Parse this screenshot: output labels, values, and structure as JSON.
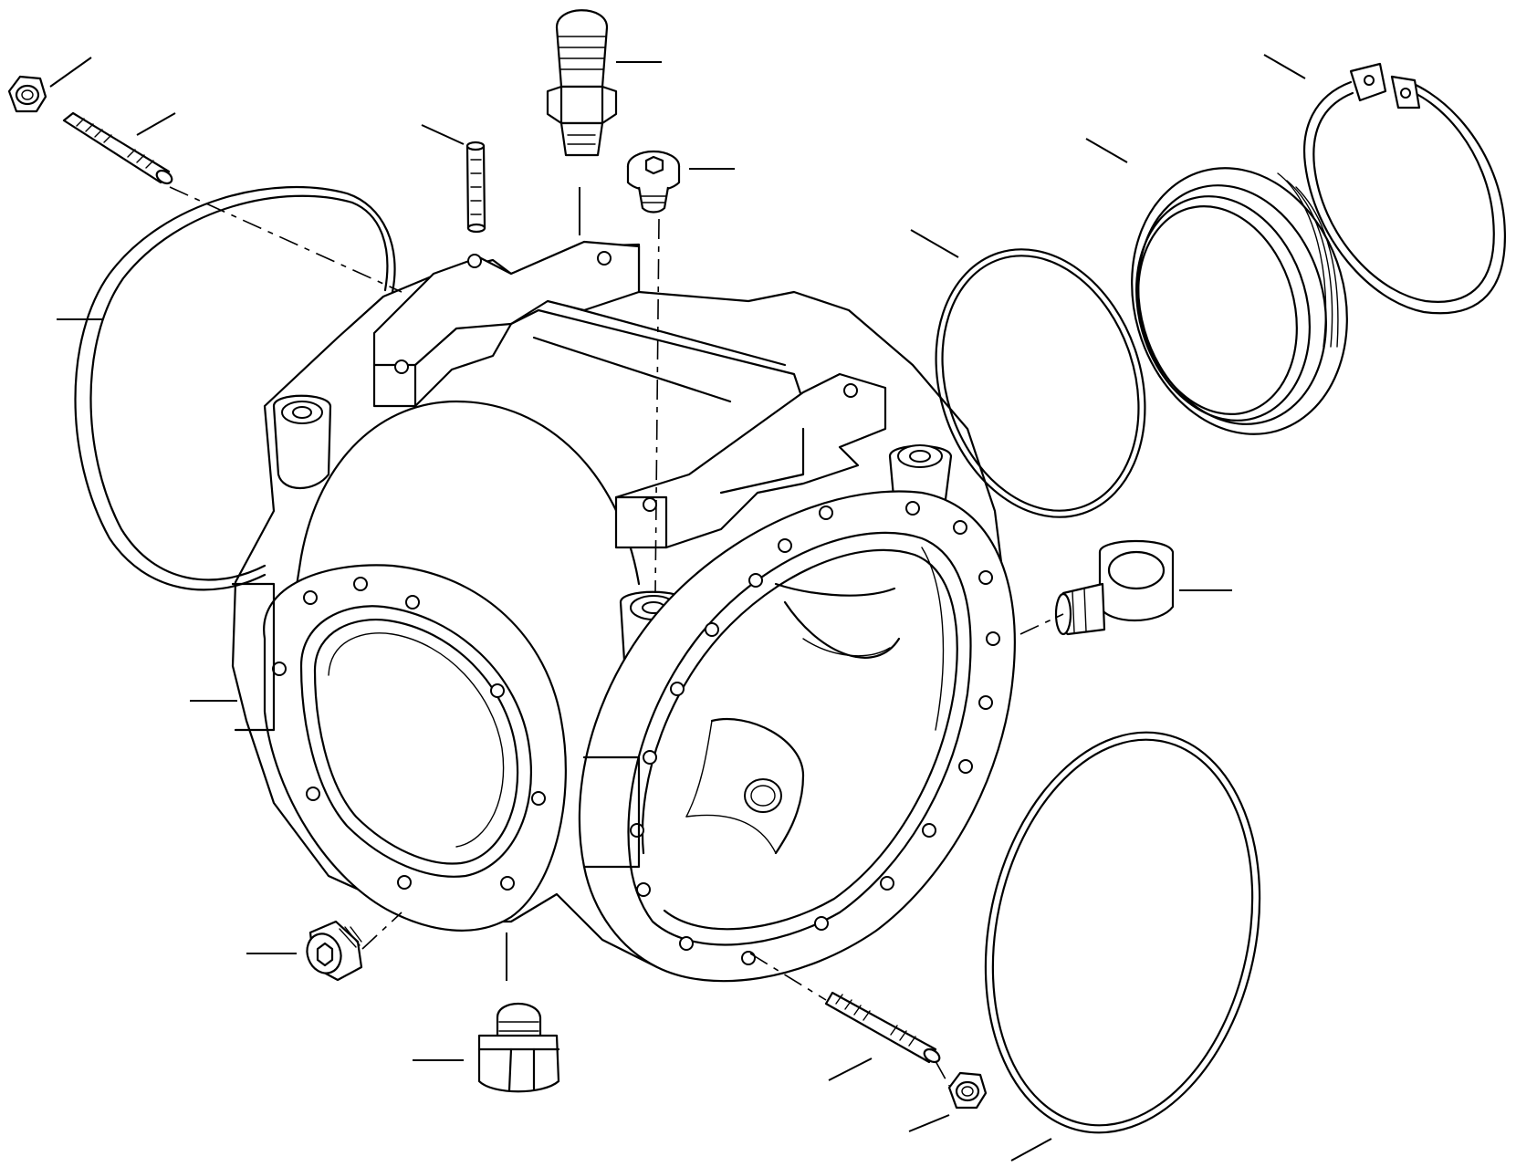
{
  "diagram": {
    "callout_labels": [],
    "parts": [
      {
        "id": "housing"
      },
      {
        "id": "left-o-ring"
      },
      {
        "id": "right-o-ring-small"
      },
      {
        "id": "right-o-ring-large"
      },
      {
        "id": "seal-ring"
      },
      {
        "id": "snap-ring"
      },
      {
        "id": "breather"
      },
      {
        "id": "socket-plug-top"
      },
      {
        "id": "dowel-pin"
      },
      {
        "id": "stud-top"
      },
      {
        "id": "nut-top"
      },
      {
        "id": "plug-right"
      },
      {
        "id": "socket-plug-bottom"
      },
      {
        "id": "plug-bottom"
      },
      {
        "id": "stud-bottom"
      },
      {
        "id": "nut-bottom"
      }
    ]
  }
}
